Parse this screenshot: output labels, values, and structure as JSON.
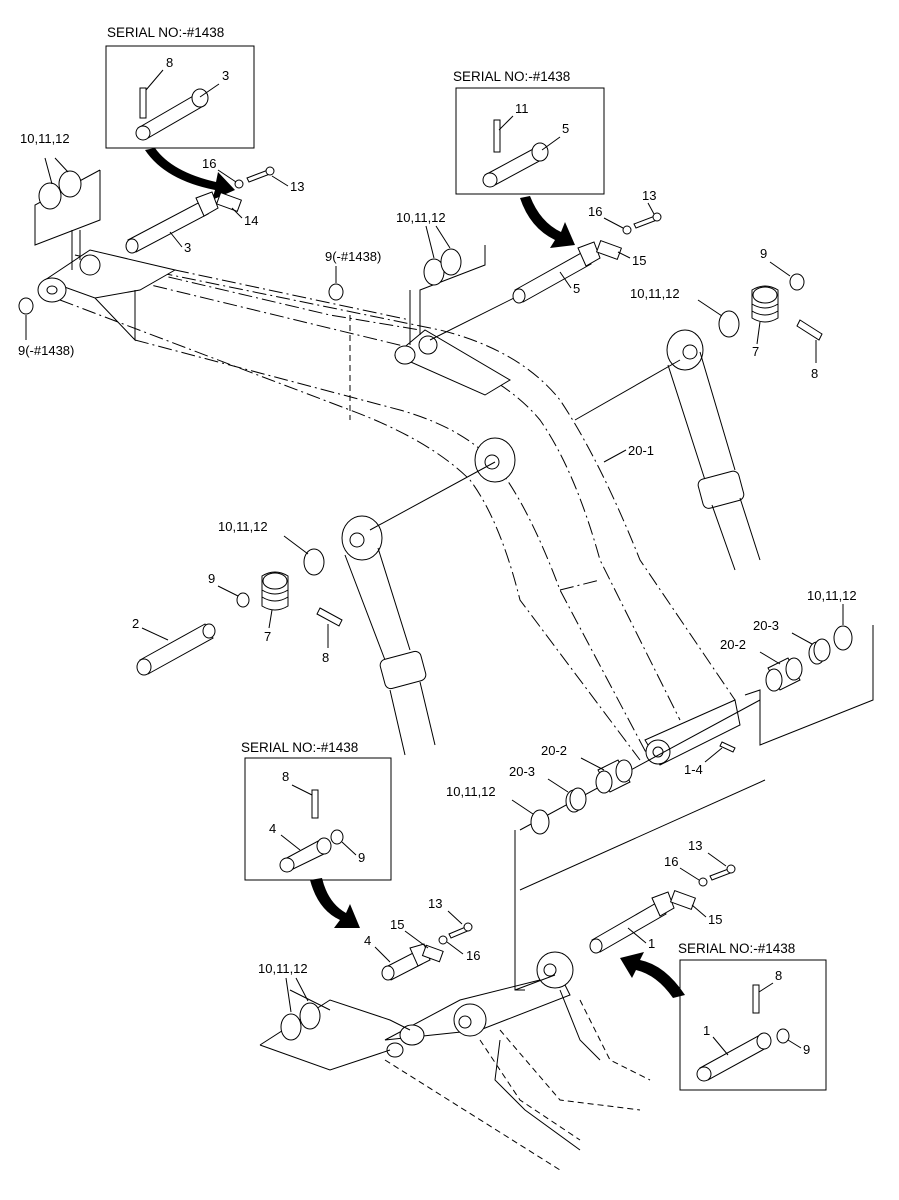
{
  "serial_note": "SERIAL NO:-#1438",
  "labels": {
    "ring_set": "10,11,12",
    "pin_1": "1",
    "pin_2": "2",
    "pin_3": "3",
    "pin_4": "4",
    "pin_5": "5",
    "bushing_7": "7",
    "spring_pin_8": "8",
    "snap_ring_9": "9",
    "snap_ring_9_serial": "9(-#1438)",
    "spring_pin_11": "11",
    "bolt_13": "13",
    "plate_14": "14",
    "plate_15": "15",
    "washer_16": "16",
    "boom_20_1": "20-1",
    "bushing_20_2": "20-2",
    "seal_20_3": "20-3",
    "grease_1_4": "1-4"
  }
}
